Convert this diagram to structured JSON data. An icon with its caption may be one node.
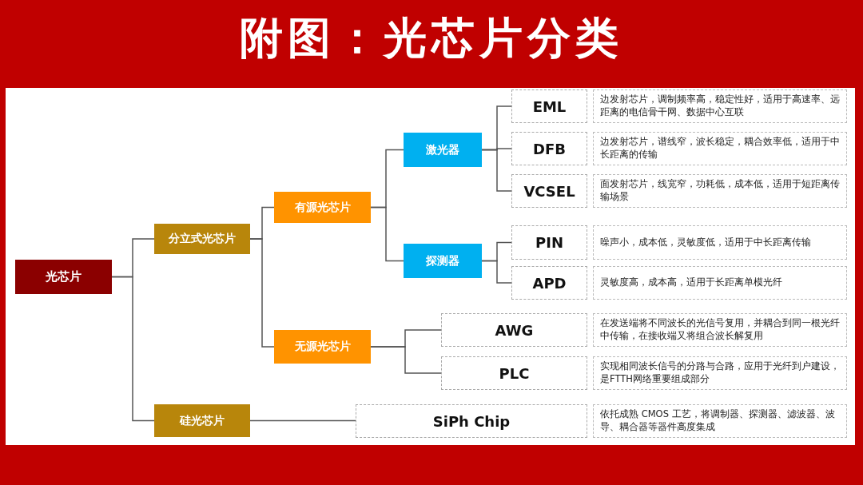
{
  "diagram": {
    "title": "附图：光芯片分类",
    "nodes": [
      {
        "text": [
          "光芯片"
        ]
      },
      {
        "text": [
          "分立式光芯片"
        ]
      },
      {
        "text": [
          "硅光芯片"
        ]
      },
      {
        "text": [
          "有源光芯片"
        ]
      },
      {
        "text": [
          "无源光芯片"
        ]
      },
      {
        "text": [
          "激光器"
        ]
      },
      {
        "text": [
          "探测器"
        ]
      },
      {
        "text": [
          "EML"
        ]
      },
      {
        "text": [
          "DFB"
        ]
      },
      {
        "text": [
          "VCSEL"
        ]
      },
      {
        "text": [
          "PIN"
        ]
      },
      {
        "text": [
          "APD"
        ]
      },
      {
        "text": [
          "AWG"
        ]
      },
      {
        "text": [
          "PLC"
        ]
      },
      {
        "text": [
          "SiPh Chip"
        ]
      },
      {
        "text": [
          "边发射芯片，调制频率高，稳定性好，适用于高速率、远距离的电信骨干网、数据中心互联"
        ]
      },
      {
        "text": [
          "边发射芯片，谱线窄，波长稳定，耦合效率低，适用于中长距离的传输"
        ]
      },
      {
        "text": [
          "面发射芯片，线宽窄，功耗低，成本低，适用于短距离传输场景"
        ]
      },
      {
        "text": [
          "噪声小，成本低，灵敏度低，适用于中长距离传输"
        ]
      },
      {
        "text": [
          "灵敏度高，成本高，适用于长距离单模光纤"
        ]
      },
      {
        "text": [
          "在发送端将不同波长的光信号复用，并耦合到同一根光纤中传输，在接收端又将组合波长解复用"
        ]
      },
      {
        "text": [
          "实现相同波长信号的分路与合路，应用于光纤到户建设，是FTTH网络重要组成部分"
        ]
      },
      {
        "text": [
          "依托成熟 CMOS 工艺，将调制器、探测器、滤波器、波导、耦合器等器件高度集成"
        ]
      }
    ],
    "edges": [
      {
        "from": 0,
        "to": 1,
        "arrow": "none"
      },
      {
        "from": 0,
        "to": 2,
        "arrow": "none"
      },
      {
        "from": 1,
        "to": 3,
        "arrow": "none"
      },
      {
        "from": 1,
        "to": 4,
        "arrow": "none"
      },
      {
        "from": 3,
        "to": 5,
        "arrow": "none"
      },
      {
        "from": 3,
        "to": 6,
        "arrow": "none"
      },
      {
        "from": 5,
        "to": 7,
        "arrow": "none"
      },
      {
        "from": 5,
        "to": 8,
        "arrow": "none"
      },
      {
        "from": 5,
        "to": 9,
        "arrow": "none"
      },
      {
        "from": 6,
        "to": 10,
        "arrow": "none"
      },
      {
        "from": 6,
        "to": 11,
        "arrow": "none"
      },
      {
        "from": 4,
        "to": 12,
        "arrow": "none"
      },
      {
        "from": 4,
        "to": 13,
        "arrow": "none"
      },
      {
        "from": 2,
        "to": 14,
        "arrow": "none"
      }
    ]
  }
}
